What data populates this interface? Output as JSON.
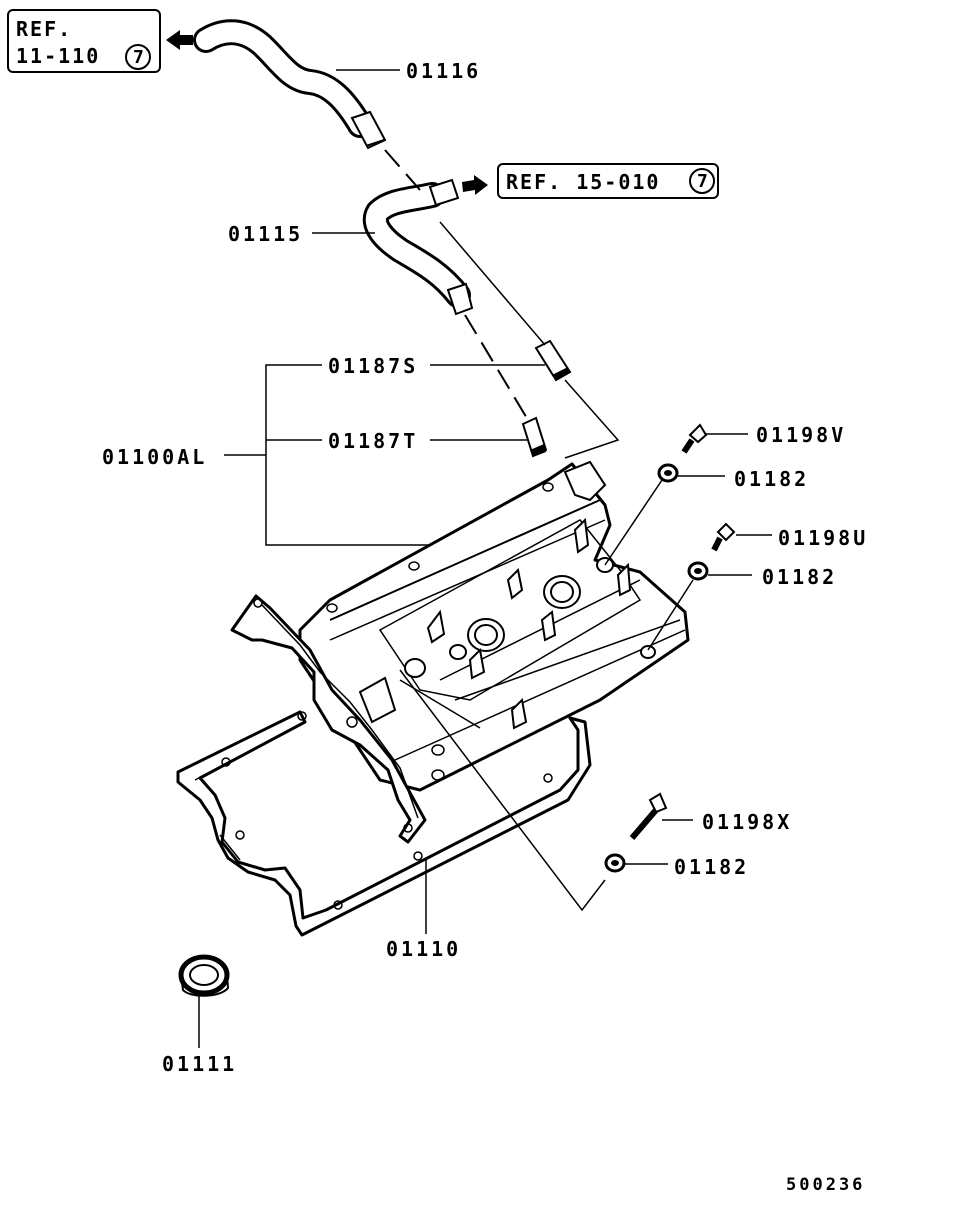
{
  "refs": {
    "ref1_line1": "REF.",
    "ref1_line2": "11-110",
    "ref1_num": "7",
    "ref2_text": "REF. 15-010",
    "ref2_num": "7"
  },
  "labels": {
    "p01116": "01116",
    "p01115": "01115",
    "p01187S": "01187S",
    "p01187T": "01187T",
    "p01100AL": "01100AL",
    "p01198V": "01198V",
    "p01182a": "01182",
    "p01198U": "01198U",
    "p01182b": "01182",
    "p01198X": "01198X",
    "p01182c": "01182",
    "p01110": "01110",
    "p01111": "01111"
  },
  "diagram_id": "500236"
}
